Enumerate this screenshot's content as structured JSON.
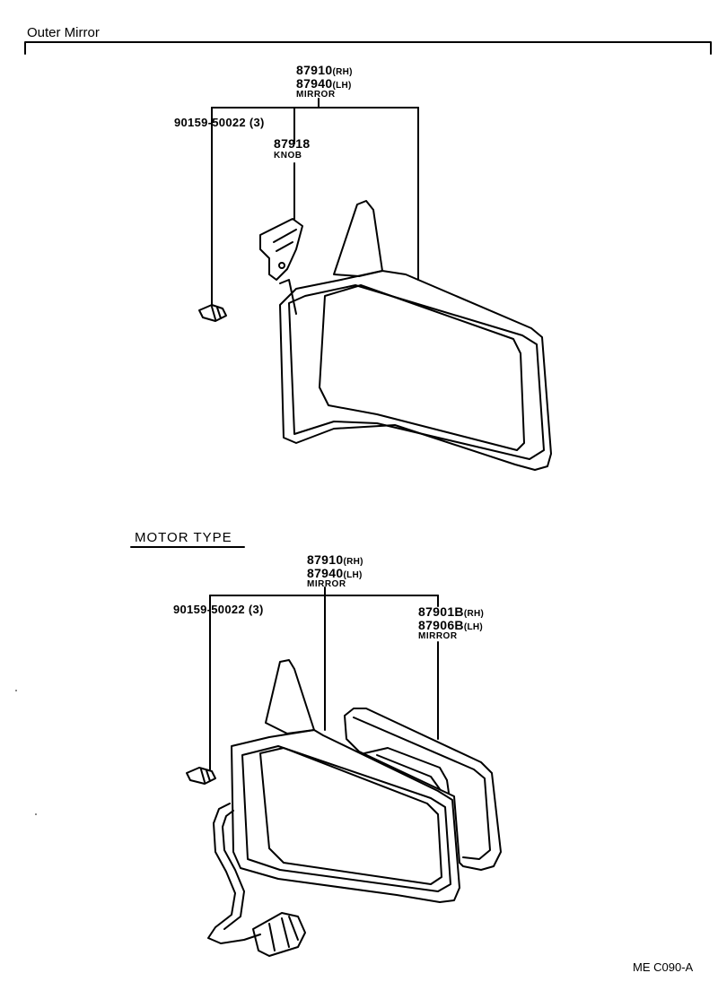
{
  "title": "Outer Mirror",
  "manual_section": {
    "parts": {
      "mirror_assy": {
        "pn_rh": "87910",
        "suffix_rh": "(RH)",
        "pn_lh": "87940",
        "suffix_lh": "(LH)",
        "name": "MIRROR"
      },
      "screw": {
        "label": "90159-50022 (3)"
      },
      "knob": {
        "pn": "87918",
        "name": "KNOB"
      }
    }
  },
  "motor_section": {
    "heading": "MOTOR TYPE",
    "parts": {
      "mirror_assy": {
        "pn_rh": "87910",
        "suffix_rh": "(RH)",
        "pn_lh": "87940",
        "suffix_lh": "(LH)",
        "name": "MIRROR"
      },
      "screw": {
        "label": "90159-50022 (3)"
      },
      "mirror_glass": {
        "pn_rh": "87901B",
        "suffix_rh": "(RH)",
        "pn_lh": "87906B",
        "suffix_lh": "(LH)",
        "name": "MIRROR"
      }
    }
  },
  "drawing_code": "ME  C090-A"
}
